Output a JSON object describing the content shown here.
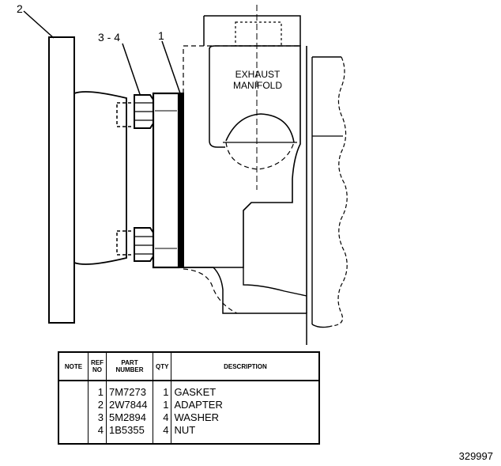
{
  "callouts": {
    "ref_2": "2",
    "ref_3_4": "3 - 4",
    "ref_1": "1"
  },
  "manifold_label": {
    "line1": "EXHAUST",
    "line2": "MANIFOLD"
  },
  "table": {
    "headers": {
      "note": "NOTE",
      "ref_no": "REF NO",
      "part_number": "PART NUMBER",
      "qty": "QTY",
      "description": "DESCRIPTION"
    },
    "rows": [
      {
        "ref": "1",
        "part": "7M7273",
        "qty": "1",
        "desc": "GASKET"
      },
      {
        "ref": "2",
        "part": "2W7844",
        "qty": "1",
        "desc": "ADAPTER"
      },
      {
        "ref": "3",
        "part": "5M2894",
        "qty": "4",
        "desc": "WASHER"
      },
      {
        "ref": "4",
        "part": "1B5355",
        "qty": "4",
        "desc": "NUT"
      }
    ]
  },
  "figure_number": "329997"
}
